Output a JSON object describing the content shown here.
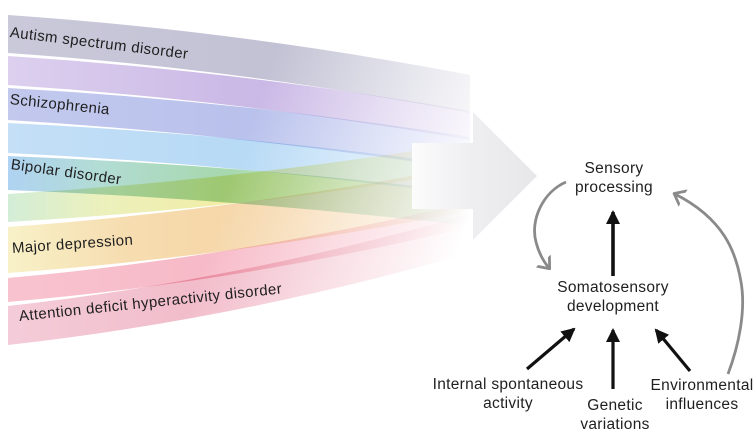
{
  "figure": {
    "left_flow": {
      "bands": [
        {
          "label": "Autism spectrum disorder",
          "color": "#cac9da"
        },
        {
          "label": "",
          "color": "#dcd0ee"
        },
        {
          "label": "Schizophrenia",
          "color": "#c3c9ed"
        },
        {
          "label": "",
          "color": "#c4dff6"
        },
        {
          "label": "Bipolar disorder",
          "color": "#afd3f2"
        },
        {
          "label": "",
          "color": "#d3eed7"
        },
        {
          "label": "Major depression",
          "color": "#f8f1c8"
        },
        {
          "label": "",
          "color": "#f8c3cf"
        },
        {
          "label": "Attention deficit hyperactivity disorder",
          "color": "#f4ccd9"
        }
      ]
    },
    "transition_arrow": {
      "fill": "#ebebee"
    },
    "pathway": {
      "nodes": {
        "sensory_processing": "Sensory\nprocessing",
        "somatosensory_development": "Somatosensory\ndevelopment",
        "internal_spontaneous_activity": "Internal spontaneous\nactivity",
        "genetic_variations": "Genetic\nvariations",
        "environmental_influences": "Environmental\ninfluences"
      },
      "arrow_colors": {
        "direct": "#111111",
        "feedback": "#8a8a8a"
      }
    }
  }
}
